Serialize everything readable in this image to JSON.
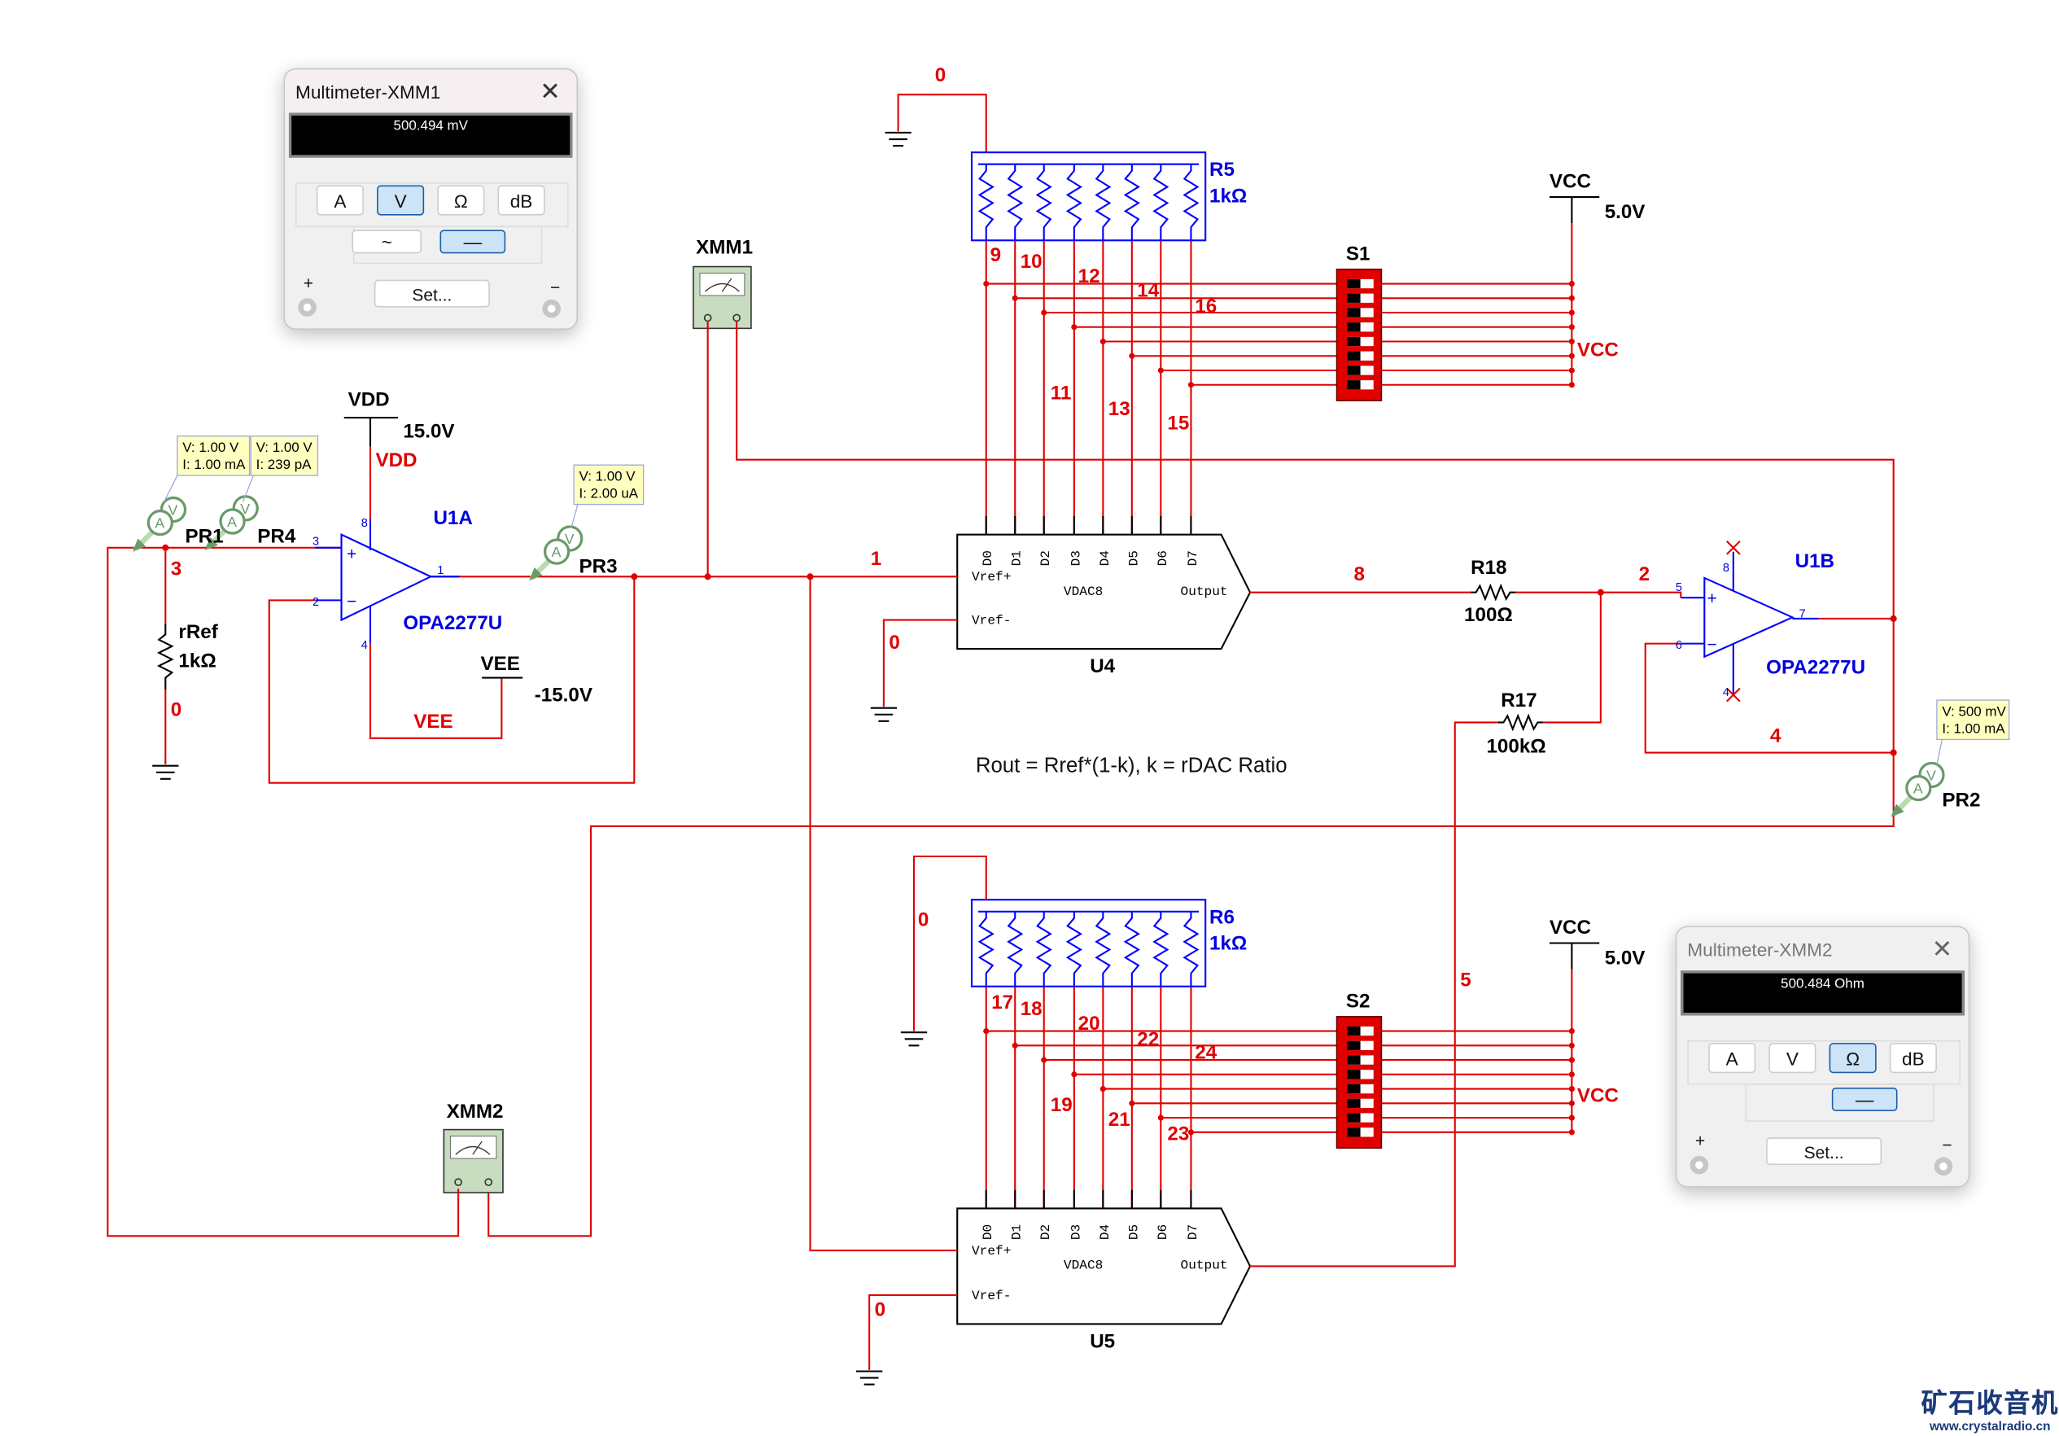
{
  "colors": {
    "wire": "#e00000",
    "pin": "#0000ff",
    "switch": "#e00000",
    "probe": "#6a9a6a",
    "tooltip": "#ffffc0"
  },
  "xmm1": {
    "title": "Multimeter-XMM1",
    "reading": "500.494 mV",
    "buttons": [
      "A",
      "V",
      "Ω",
      "dB"
    ],
    "selected_mode": "V",
    "ac_label": "~",
    "dc_label": "—",
    "selected_coupling": "DC",
    "set_label": "Set...",
    "plus": "+",
    "minus": "−"
  },
  "xmm2": {
    "title": "Multimeter-XMM2",
    "reading": "500.484 Ohm",
    "buttons": [
      "A",
      "V",
      "Ω",
      "dB"
    ],
    "selected_mode": "Ω",
    "dc_label": "—",
    "selected_coupling": "DC",
    "set_label": "Set...",
    "plus": "+",
    "minus": "−"
  },
  "probes": {
    "pr1": {
      "name": "PR1",
      "v": "V: 1.00 V",
      "i": "I: 1.00 mA"
    },
    "pr4": {
      "name": "PR4",
      "v": "V: 1.00 V",
      "i": "I: 239 pA"
    },
    "pr3": {
      "name": "PR3",
      "v": "V: 1.00 V",
      "i": "I: 2.00 uA"
    },
    "pr2": {
      "name": "PR2",
      "v": "V: 500 mV",
      "i": "I: 1.00 mA"
    }
  },
  "components": {
    "xmm1": "XMM1",
    "xmm2": "XMM2",
    "r5": {
      "name": "R5",
      "value": "1kΩ"
    },
    "r6": {
      "name": "R6",
      "value": "1kΩ"
    },
    "r18": {
      "name": "R18",
      "value": "100Ω"
    },
    "r17": {
      "name": "R17",
      "value": "100kΩ"
    },
    "rref": {
      "name": "rRef",
      "value": "1kΩ"
    },
    "s1": "S1",
    "s2": "S2",
    "u1a": {
      "name": "U1A",
      "part": "OPA2277U"
    },
    "u1b": {
      "name": "U1B",
      "part": "OPA2277U"
    },
    "u4": "U4",
    "u5": "U5",
    "dac": {
      "part": "VDAC8",
      "pins": [
        "D0",
        "D1",
        "D2",
        "D3",
        "D4",
        "D5",
        "D6",
        "D7"
      ],
      "vref_plus": "Vref+",
      "vref_minus": "Vref-",
      "output": "Output"
    },
    "vdd": {
      "name": "VDD",
      "value": "15.0V",
      "net": "VDD"
    },
    "vee": {
      "name": "VEE",
      "value": "-15.0V",
      "net": "VEE"
    },
    "vcc_top": {
      "name": "VCC",
      "value": "5.0V",
      "net": "VCC"
    },
    "vcc_bot": {
      "name": "VCC",
      "value": "5.0V",
      "net": "VCC"
    }
  },
  "pins": {
    "u1a_plus": "3",
    "u1a_minus": "2",
    "u1a_out": "1",
    "u1a_vp": "8",
    "u1a_vn": "4",
    "u1b_plus": "5",
    "u1b_minus": "6",
    "u1b_out": "7",
    "u1b_vp": "8",
    "u1b_vn": "4"
  },
  "nets": {
    "n0a": "0",
    "n0b": "0",
    "n0c": "0",
    "n0d": "0",
    "n0e": "0",
    "n1": "1",
    "n2": "2",
    "n3": "3",
    "n4": "4",
    "n5": "5",
    "n8": "8",
    "top": [
      "9",
      "10",
      "11",
      "12",
      "13",
      "14",
      "15",
      "16"
    ],
    "bot": [
      "17",
      "18",
      "19",
      "20",
      "21",
      "22",
      "23",
      "24"
    ]
  },
  "formula": "Rout = Rref*(1-k), k = rDAC Ratio",
  "logo": {
    "cn": "矿石收音机",
    "url": "www.crystalradio.cn"
  }
}
